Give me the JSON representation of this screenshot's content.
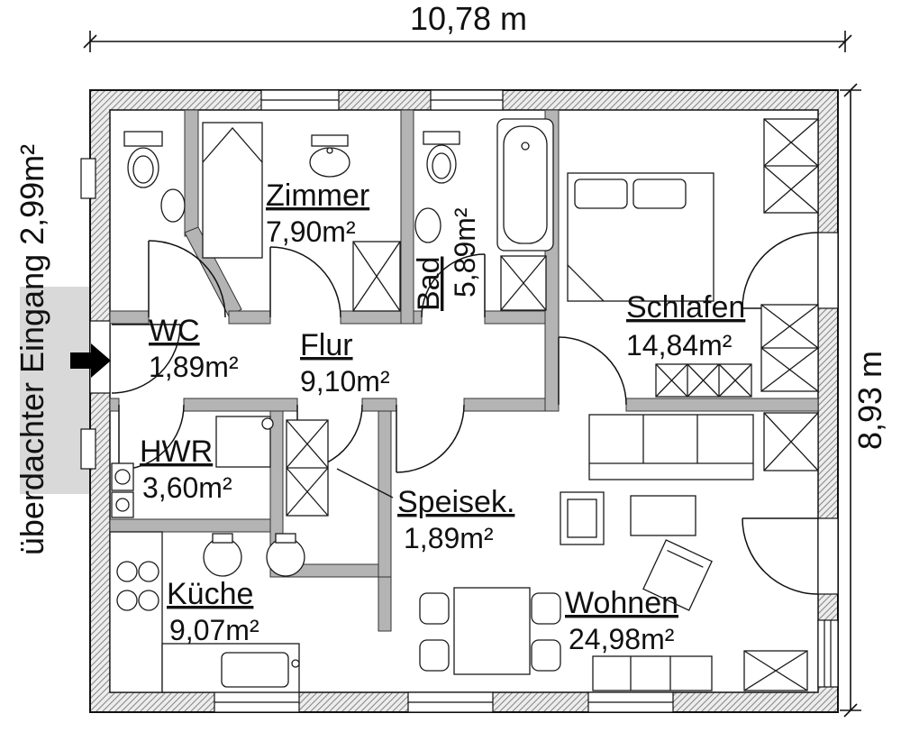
{
  "plan": {
    "dim_width": "10,78 m",
    "dim_height": "8,93 m",
    "entrance_label": "überdachter Eingang 2,99m²",
    "rooms": {
      "wc": {
        "name": "WC",
        "area": "1,89m²"
      },
      "zimmer": {
        "name": "Zimmer",
        "area": "7,90m²"
      },
      "bad": {
        "name": "Bad",
        "area": "5,89m²"
      },
      "schlafen": {
        "name": "Schlafen",
        "area": "14,84m²"
      },
      "flur": {
        "name": "Flur",
        "area": "9,10m²"
      },
      "hwr": {
        "name": "HWR",
        "area": "3,60m²"
      },
      "speisekammer": {
        "name": "Speisek.",
        "area": "1,89m²"
      },
      "kueche": {
        "name": "Küche",
        "area": "9,07m²"
      },
      "wohnen": {
        "name": "Wohnen",
        "area": "24,98m²"
      }
    },
    "colors": {
      "interior_wall": "#b4b4b4",
      "porch": "#d9d9d9",
      "line": "#1a1a1a"
    }
  }
}
